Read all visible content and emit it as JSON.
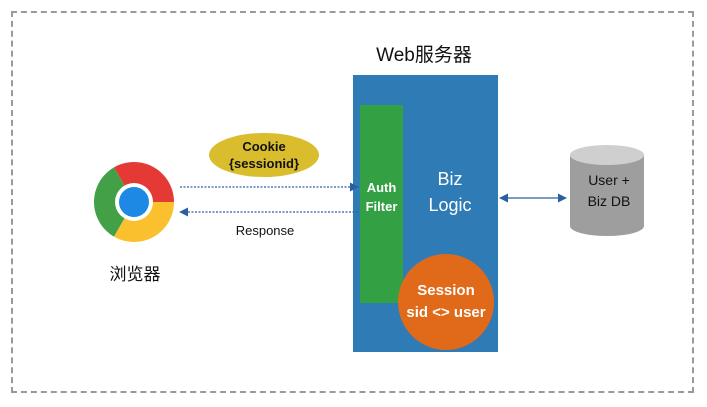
{
  "server": {
    "title": "Web服务器"
  },
  "auth_filter": {
    "line1": "Auth",
    "line2": "Filter"
  },
  "biz_logic": {
    "line1": "Biz",
    "line2": "Logic"
  },
  "session": {
    "line1": "Session",
    "line2": "sid <> user"
  },
  "cookie": {
    "line1": "Cookie",
    "line2": "{sessionid}"
  },
  "response": {
    "label": "Response"
  },
  "browser": {
    "label": "浏览器",
    "icon": "chrome-browser-icon"
  },
  "database": {
    "line1": "User +",
    "line2": "Biz DB",
    "icon": "database-cylinder-icon"
  },
  "colors": {
    "server": "#2f7bb5",
    "auth_filter": "#33a043",
    "session": "#e06a1a",
    "cookie": "#d9bd2c",
    "database": "#9e9e9e",
    "arrow": "#2a5fa0"
  }
}
